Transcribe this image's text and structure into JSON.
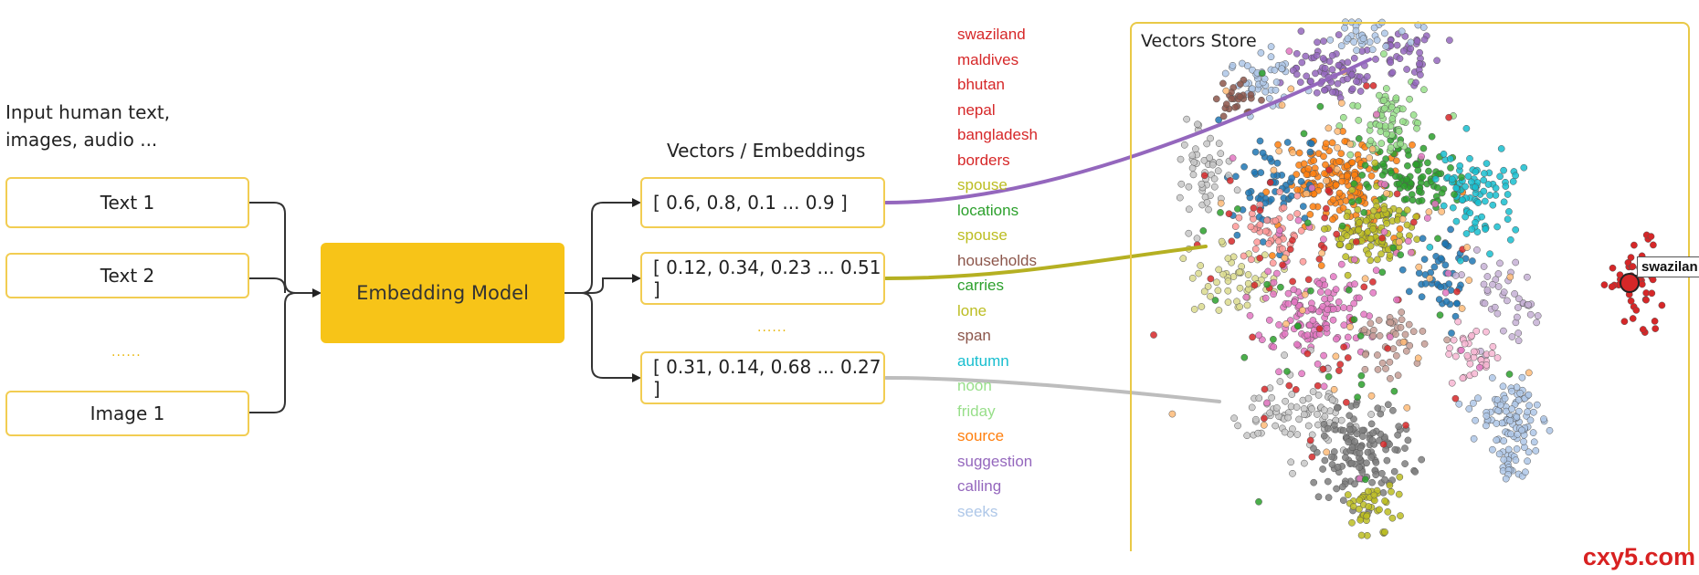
{
  "input": {
    "caption": "Input human text, images, audio ...",
    "items": [
      "Text 1",
      "Text 2",
      "Image 1"
    ],
    "ellipsis": "......"
  },
  "model": {
    "label": "Embedding Model"
  },
  "vectors": {
    "title": "Vectors / Embeddings",
    "items": [
      "[ 0.6, 0.8, 0.1 ... 0.9 ]",
      "[ 0.12, 0.34, 0.23 ... 0.51 ]",
      "[ 0.31, 0.14, 0.68 ... 0.27 ]"
    ],
    "ellipsis": "......"
  },
  "word_list": [
    {
      "text": "swaziland",
      "color": "#d62728"
    },
    {
      "text": "maldives",
      "color": "#d62728"
    },
    {
      "text": "bhutan",
      "color": "#d62728"
    },
    {
      "text": "nepal",
      "color": "#d62728"
    },
    {
      "text": "bangladesh",
      "color": "#d62728"
    },
    {
      "text": "borders",
      "color": "#d62728"
    },
    {
      "text": "spouse",
      "color": "#bcbd22"
    },
    {
      "text": "locations",
      "color": "#2ca02c"
    },
    {
      "text": "spouse",
      "color": "#bcbd22"
    },
    {
      "text": "households",
      "color": "#8c564b"
    },
    {
      "text": "carries",
      "color": "#2ca02c"
    },
    {
      "text": "lone",
      "color": "#bcbd22"
    },
    {
      "text": "span",
      "color": "#8c564b"
    },
    {
      "text": "autumn",
      "color": "#17becf"
    },
    {
      "text": "noon",
      "color": "#98df8a"
    },
    {
      "text": "friday",
      "color": "#98df8a"
    },
    {
      "text": "source",
      "color": "#ff7f0e"
    },
    {
      "text": "suggestion",
      "color": "#9467bd"
    },
    {
      "text": "calling",
      "color": "#9467bd"
    },
    {
      "text": "seeks",
      "color": "#aec7e8"
    }
  ],
  "store": {
    "title": "Vectors Store",
    "highlight_label": "swazilan",
    "palette": [
      "#ff7f0e",
      "#1f77b4",
      "#2ca02c",
      "#d62728",
      "#9467bd",
      "#8c564b",
      "#e377c2",
      "#7f7f7f",
      "#bcbd22",
      "#17becf",
      "#aec7e8",
      "#98df8a",
      "#ff9896",
      "#c5b0d5",
      "#f7b6d2",
      "#c7c7c7",
      "#dbdb8d",
      "#9edae5",
      "#c49c94",
      "#ffbb78"
    ]
  },
  "link_colors": [
    "#9467bd",
    "#b5b022",
    "#bdbdbd"
  ],
  "accent_color": "#f7c418",
  "watermark": "cxy5.com"
}
